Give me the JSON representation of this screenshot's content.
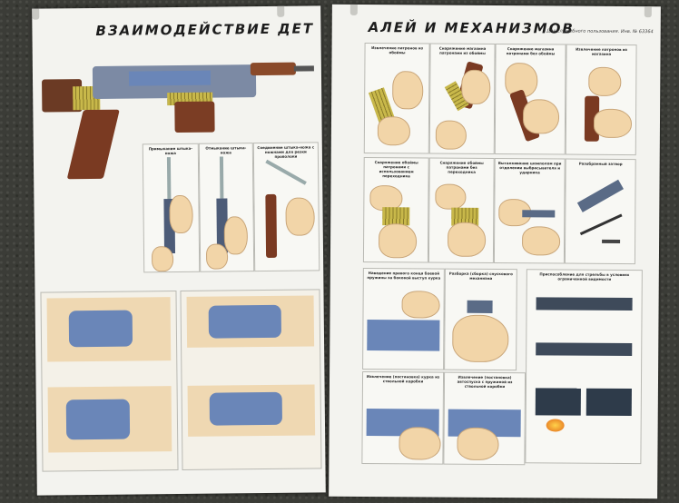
{
  "left_poster": {
    "title": "ВЗАИМОДЕЙСТВИЕ ДЕТ"
  },
  "right_poster": {
    "title": "АЛЕЙ И МЕХАНИЗМОВ",
    "subtitle": "Для служебного пользования. Инв. № 63364"
  },
  "panels_right": [
    {
      "label": "Извлечение патронов из обоймы"
    },
    {
      "label": "Снаряжение магазина патронами из обоймы"
    },
    {
      "label": "Снаряжение магазина патронами без обоймы"
    },
    {
      "label": "Извлечение патронов из магазина"
    },
    {
      "label": "Снаряжение обоймы патронами с использованием переходника"
    },
    {
      "label": "Снаряжение обоймы патронами без переходника"
    },
    {
      "label": "Выталкивание шомполом при отделении выбрасывателя и ударника"
    },
    {
      "label": "Разобранный затвор"
    },
    {
      "label": "Наведение правого конца боевой пружины за боковой выступ курка"
    },
    {
      "label": "Разборка (сборка) спускового механизма"
    },
    {
      "label": "Приспособление для стрельбы в условиях ограниченной видимости"
    },
    {
      "label": "Извлечение (постановка) курка из ствольной коробки"
    },
    {
      "label": "Извлечение (постановка) автоспуска с пружиной из ствольной коробки"
    }
  ],
  "panels_left": [
    {
      "label": "Примыкание штыка-ножа"
    },
    {
      "label": "Отмыкание штыка-ножа"
    },
    {
      "label": "Соединение штыка-ножа с ножнами для резки проволоки"
    }
  ]
}
